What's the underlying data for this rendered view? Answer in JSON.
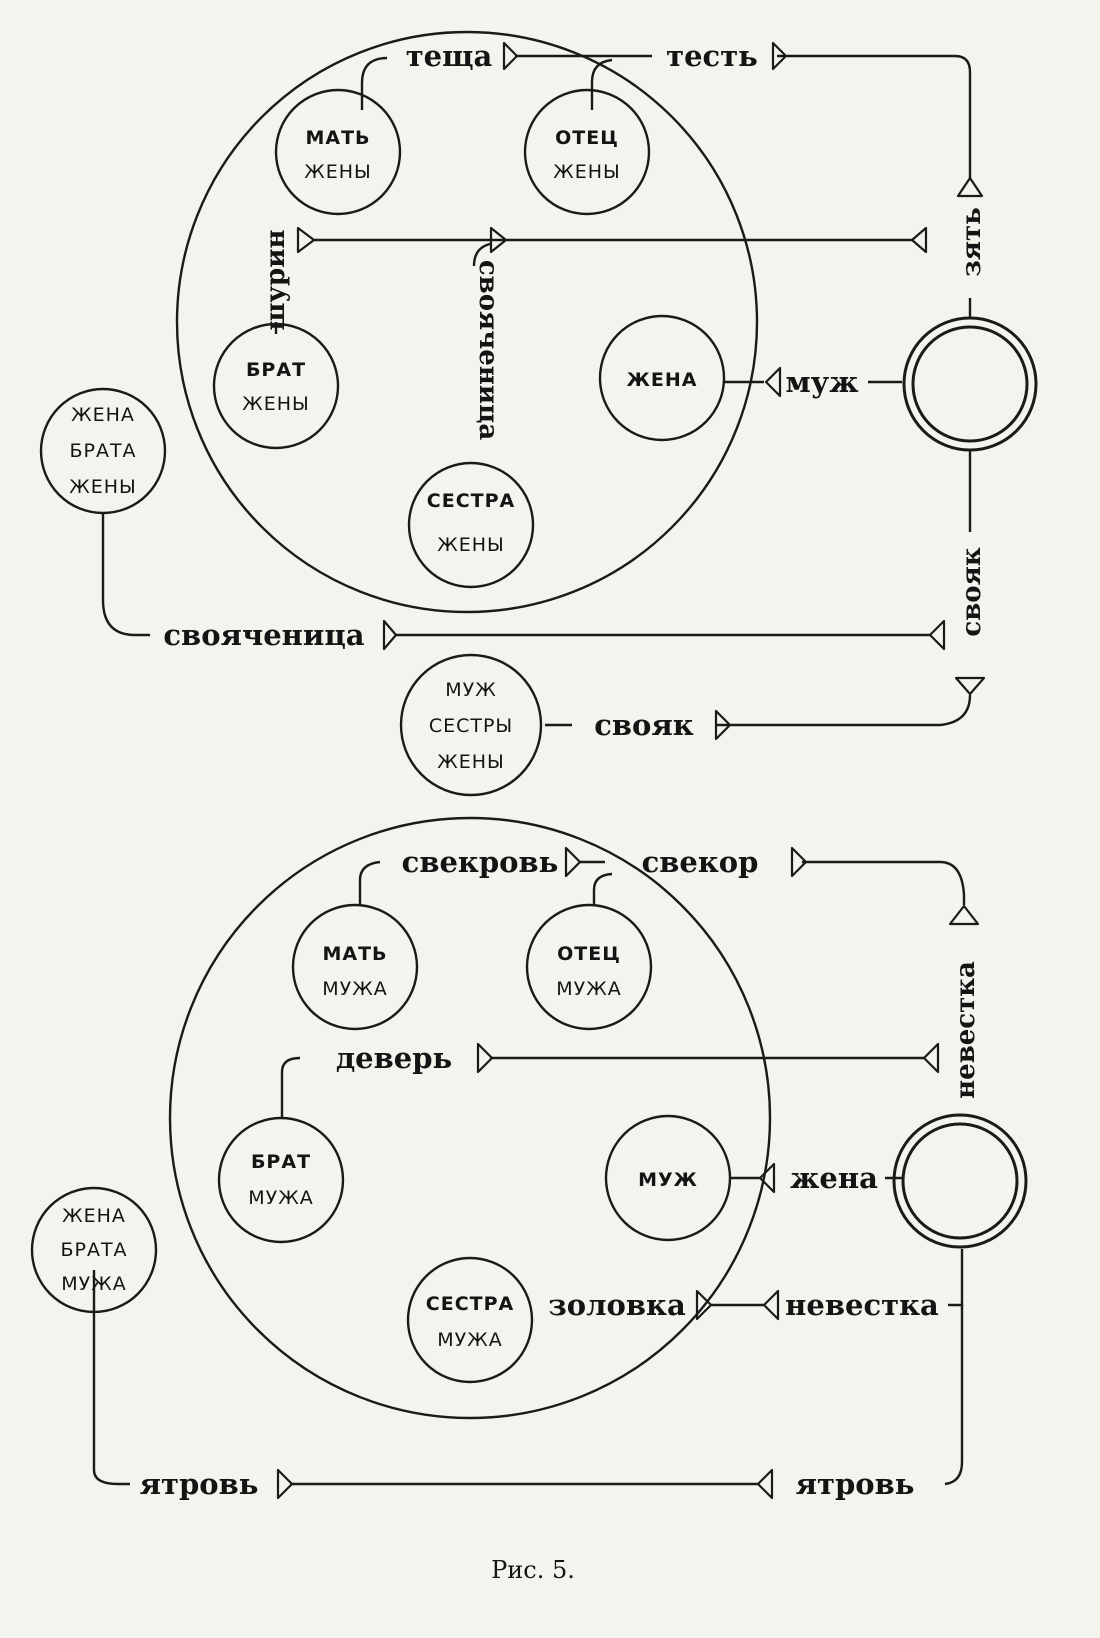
{
  "top": {
    "nodes": {
      "wife_mother": [
        "МАТЬ",
        "ЖЕНЫ"
      ],
      "wife_father": [
        "ОТЕЦ",
        "ЖЕНЫ"
      ],
      "wife_brother": [
        "БРАТ",
        "ЖЕНЫ"
      ],
      "wife": "ЖЕНА",
      "wife_sister": [
        "СЕСТРА",
        "ЖЕНЫ"
      ],
      "wife_brother_wife": [
        "ЖЕНА",
        "БРАТА",
        "ЖЕНЫ"
      ],
      "wife_sister_husband": [
        "МУЖ",
        "СЕСТРЫ",
        "ЖЕНЫ"
      ]
    },
    "labels": {
      "teshcha": "теща",
      "test": "тесть",
      "zyat": "зять",
      "shurin": "шурин",
      "svoyachenitsa_vertical": "свояченица",
      "muzh": "муж",
      "svoyak_vertical": "свояк",
      "svoyachenitsa": "свояченица",
      "svoyak": "свояк"
    }
  },
  "bottom": {
    "nodes": {
      "husband_mother": [
        "МАТЬ",
        "МУЖА"
      ],
      "husband_father": [
        "ОТЕЦ",
        "МУЖА"
      ],
      "husband_brother": [
        "БРАТ",
        "МУЖА"
      ],
      "husband": "МУЖ",
      "husband_sister": [
        "СЕСТРА",
        "МУЖА"
      ],
      "husband_brother_wife": [
        "ЖЕНА",
        "БРАТА",
        "МУЖА"
      ]
    },
    "labels": {
      "svekrov": "свекровь",
      "svekor": "свекор",
      "nevestka_vertical": "невестка",
      "dever": "деверь",
      "zhena": "жена",
      "zolovka": "золовка",
      "nevestka": "невестка",
      "yatrov_left": "ятровь",
      "yatrov_right": "ятровь"
    }
  },
  "caption": "Рис. 5."
}
